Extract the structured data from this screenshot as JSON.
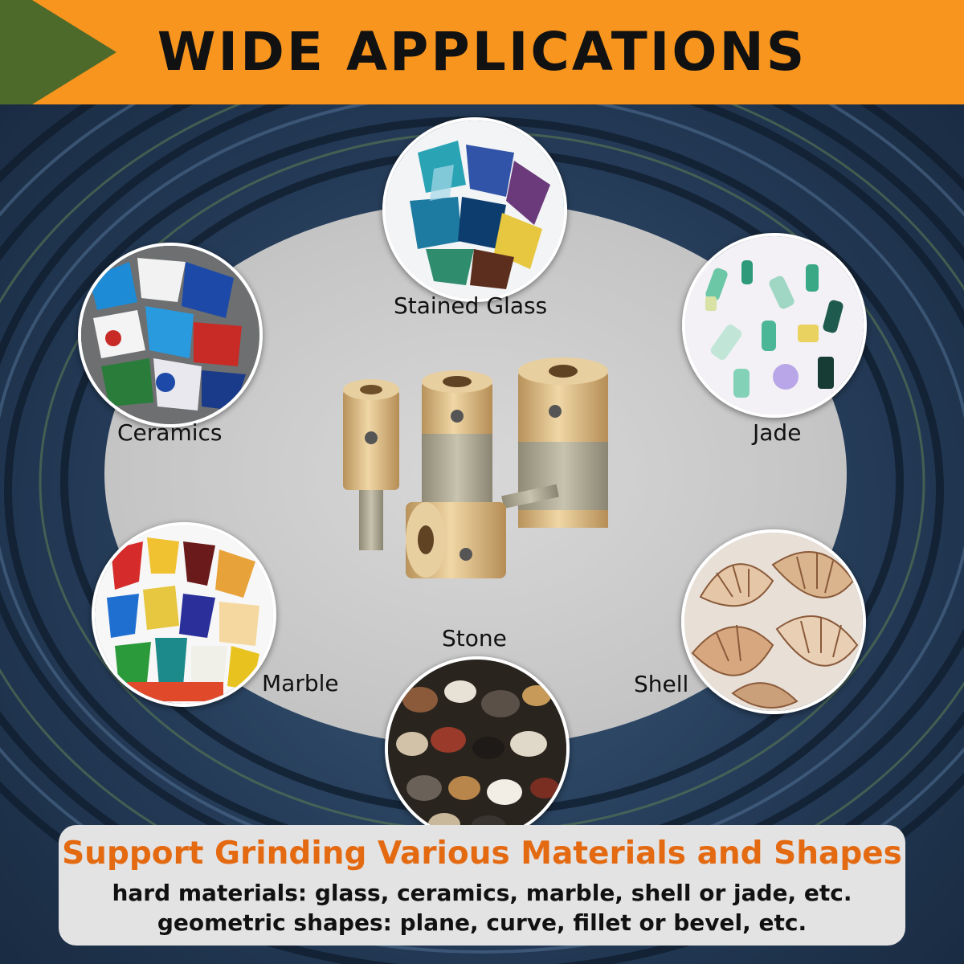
{
  "header": {
    "title": "WIDE APPLICATIONS"
  },
  "materials": {
    "stained_glass": "Stained Glass",
    "ceramics": "Ceramics",
    "jade": "Jade",
    "marble": "Marble",
    "stone": "Stone",
    "shell": "Shell"
  },
  "info": {
    "title": "Support Grinding Various Materials and Shapes",
    "line1": "hard materials: glass, ceramics, marble, shell or jade, etc.",
    "line2": "geometric shapes: plane, curve, fillet or bevel, etc."
  },
  "colors": {
    "banner": "#f7951e",
    "banner_accent": "#4e6a2a",
    "background": "#2b3f5c",
    "info_title": "#e46a12"
  }
}
